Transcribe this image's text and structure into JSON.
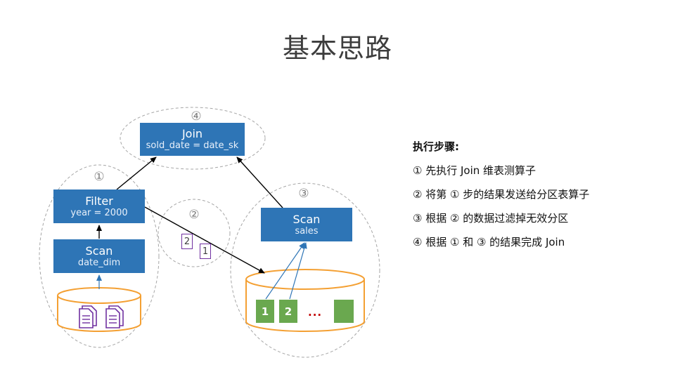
{
  "title": "基本思路",
  "nodes": {
    "join": {
      "title": "Join",
      "sub": "sold_date = date_sk"
    },
    "filter": {
      "title": "Filter",
      "sub": "year = 2000"
    },
    "scan_date": {
      "title": "Scan",
      "sub": "date_dim"
    },
    "scan_sales": {
      "title": "Scan",
      "sub": "sales"
    }
  },
  "markers": {
    "m1": "①",
    "m2": "②",
    "m3": "③",
    "m4": "④"
  },
  "tags": {
    "t2": "2",
    "t1": "1"
  },
  "partitions": {
    "p1": "1",
    "p2": "2",
    "ellipsis": "..."
  },
  "steps": {
    "title": "执行步骤:",
    "items": [
      "① 先执行 Join 维表测算子",
      "② 将第 ① 步的结果发送给分区表算子",
      "③ 根据 ② 的数据过滤掉无效分区",
      "④ 根据 ① 和 ③ 的结果完成 Join"
    ]
  },
  "colors": {
    "node": "#2E75B6",
    "cylinder": "#F4A033",
    "partition": "#6aa84f",
    "tag_border": "#7030A0",
    "doc": "#7030A0"
  }
}
